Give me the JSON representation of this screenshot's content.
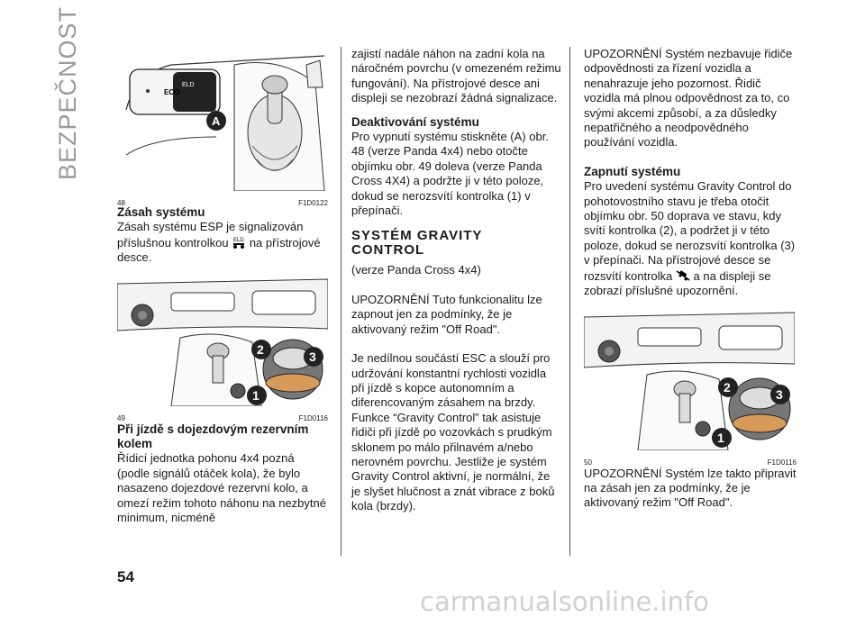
{
  "side_title": "BEZPEČNOST",
  "col1": {
    "fig48": {
      "num": "48",
      "code": "F1D0122",
      "eco": "ECO",
      "eld": "ELD",
      "callout": "A"
    },
    "h_zasah": "Zásah systému",
    "p_zasah_a": "Zásah systému ESP je signalizován",
    "p_zasah_b": "příslušnou kontrolkou",
    "p_zasah_c": "na přístrojové",
    "p_zasah_d": "desce.",
    "fig49": {
      "num": "49",
      "code": "F1D0116",
      "c1": "1",
      "c2": "2",
      "c3": "3"
    },
    "h_jizda": "Při jízdě s dojezdovým rezervním kolem",
    "p_jizda": "Řídicí jednotka pohonu 4x4 pozná (podle signálů otáček kola), že bylo nasazeno dojezdové rezervní kolo, a omezí režim tohoto náhonu na nezbytné minimum, nicméně"
  },
  "col2": {
    "p_cont": "zajistí nadále náhon na zadní kola na náročném povrchu (v omezeném režimu fungování). Na přístrojové desce ani displeji se nezobrazí žádná signalizace.",
    "h_deakt": "Deaktivování systému",
    "p_deakt": "Pro vypnutí systému stiskněte (A) obr. 48 (verze Panda 4x4) nebo otočte objímku obr. 49 doleva (verze Panda Cross 4X4) a podržte ji v této poloze, dokud se nerozsvítí kontrolka (1) v přepínači.",
    "h_gravity": "SYSTÉM GRAVITY CONTROL",
    "p_verze": "(verze Panda Cross 4x4)",
    "p_upoz": "UPOZORNĚNÍ Tuto funkcionalitu lze zapnout jen za podmínky, že je aktivovaný režim \"Off Road\".",
    "p_esc": "Je nedílnou součástí ESC a slouží pro udržování konstantní rychlosti vozidla při jízdě s kopce autonomním a diferencovaným zásahem na brzdy. Funkce “Gravity Control” tak asistuje řidiči při jízdě po vozovkách s prudkým sklonem po málo přilnavém a/nebo nerovném povrchu. Jestliže je systém Gravity Control aktivní, je normální, že je slyšet hlučnost a znát vibrace z boků kola (brzdy)."
  },
  "col3": {
    "p_upoz1": "UPOZORNĚNÍ Systém nezbavuje řidiče odpovědnosti za řízení vozidla a nenahrazuje jeho pozornost. Řidič vozidla má plnou odpovědnost za to, co svými akcemi způsobí, a za důsledky nepatřičného a neodpovědného používání vozidla.",
    "h_zap": "Zapnutí systému",
    "p_zap_a": "Pro uvedení systému Gravity Control do pohotovostního stavu je třeba otočit objímku obr. 50 doprava ve stavu, kdy svítí kontrolka (2), a podržet ji v této poloze, dokud se nerozsvítí kontrolka (3) v přepínači. Na přístrojové desce se rozsvítí kontrolka",
    "p_zap_b": "a na displeji se zobrazí příslušné upozornění.",
    "fig50": {
      "num": "50",
      "code": "F1D0116",
      "c1": "1",
      "c2": "2",
      "c3": "3"
    },
    "p_upoz2": "UPOZORNĚNÍ Systém lze takto připravit na zásah jen za podmínky, že je aktivovaný režim \"Off Road\"."
  },
  "page_number": "54",
  "watermark": "carmanualsonline.info",
  "icons": {
    "eld_icon": "eld-warning-icon",
    "hill_icon": "hill-descent-icon"
  },
  "colors": {
    "text": "#1a1a1a",
    "side_title": "#9a9a9a",
    "watermark": "#d0d0d0"
  }
}
